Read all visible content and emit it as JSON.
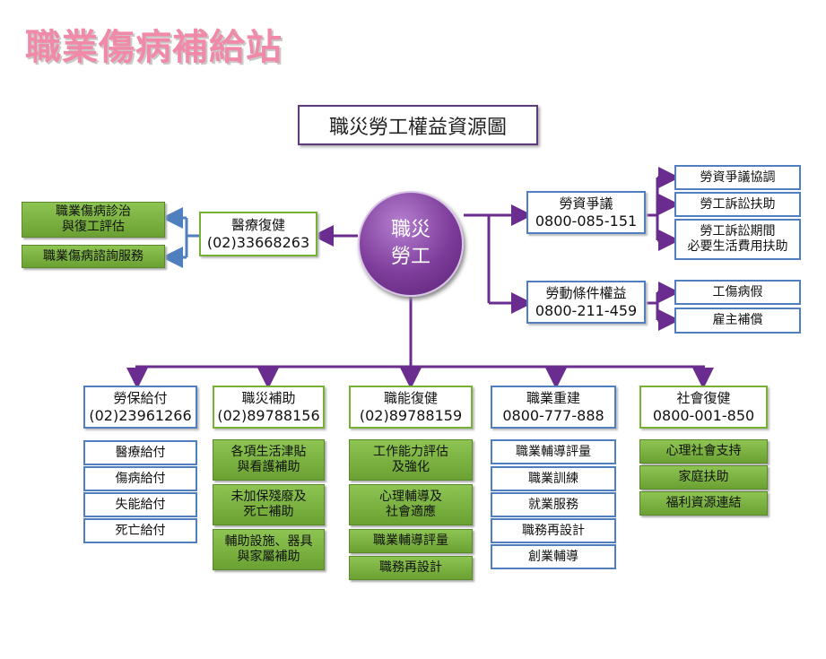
{
  "page_title": "職業傷病補給站",
  "diagram_title": "職災勞工權益資源圖",
  "center": {
    "line1": "職災",
    "line2": "勞工"
  },
  "medical": {
    "name": "醫療復健",
    "phone": "(02)33668263"
  },
  "medical_items": [
    "職業傷病診治\n與復工評估",
    "職業傷病諮詢服務"
  ],
  "dispute": {
    "name": "勞資爭議",
    "phone": "0800-085-151"
  },
  "dispute_items": [
    "勞資爭議協調",
    "勞工訴訟扶助",
    "勞工訴訟期間\n必要生活費用扶助"
  ],
  "labor": {
    "name": "勞動條件權益",
    "phone": "0800-211-459"
  },
  "labor_items": [
    "工傷病假",
    "雇主補償"
  ],
  "columns": [
    {
      "name": "勞保給付",
      "phone": "(02)23961266",
      "items": [
        "醫療給付",
        "傷病給付",
        "失能給付",
        "死亡給付"
      ]
    },
    {
      "name": "職災補助",
      "phone": "(02)89788156",
      "items": [
        "各項生活津貼\n與看護補助",
        "未加保殘廢及\n死亡補助",
        "輔助設施、器具\n與家屬補助"
      ]
    },
    {
      "name": "職能復健",
      "phone": "(02)89788159",
      "items": [
        "工作能力評估\n及強化",
        "心理輔導及\n社會適應",
        "職業輔導評量",
        "職務再設計"
      ]
    },
    {
      "name": "職業重建",
      "phone": "0800-777-888",
      "items": [
        "職業輔導評量",
        "職業訓練",
        "就業服務",
        "職務再設計",
        "創業輔導"
      ]
    },
    {
      "name": "社會復健",
      "phone": "0800-001-850",
      "items": [
        "心理社會支持",
        "家庭扶助",
        "福利資源連結"
      ]
    }
  ]
}
